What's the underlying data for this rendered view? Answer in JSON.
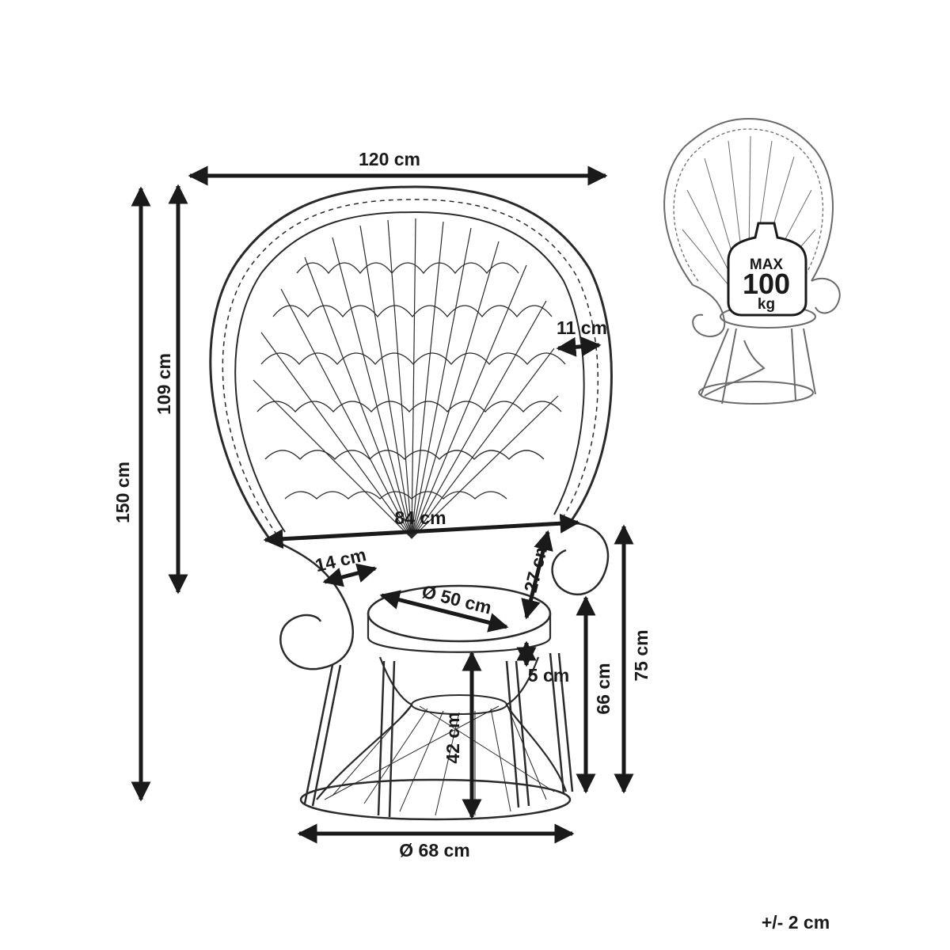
{
  "dimensions": {
    "overall_width": "120 cm",
    "overall_height": "150 cm",
    "back_height": "109 cm",
    "rim_thickness": "11 cm",
    "seat_width": "84 cm",
    "armrest_width": "14 cm",
    "cushion_diameter": "Ø 50 cm",
    "armrest_height_above_seat": "27 cm",
    "cushion_thickness": "5 cm",
    "arm_height": "75 cm",
    "seat_height": "66 cm",
    "base_height": "42 cm",
    "base_diameter": "Ø 68 cm"
  },
  "tolerance": "+/- 2 cm",
  "load_badge": {
    "line1": "MAX",
    "line2": "100",
    "line3": "kg"
  },
  "colors": {
    "ink": "#1a1a1a",
    "sketch": "#2a2a2a",
    "thumbnail": "#6a6a6a",
    "badge_fill": "#ffffff"
  }
}
